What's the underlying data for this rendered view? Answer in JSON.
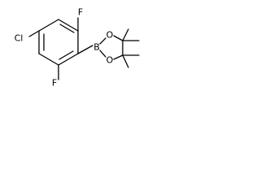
{
  "molecule": {
    "atoms": {
      "cl": "Cl",
      "f_top": "F",
      "f_bottom": "F",
      "b": "B",
      "o_top": "O",
      "o_bottom": "O"
    },
    "colors": {
      "bond": "#000000",
      "label": "#000000",
      "background": "#ffffff"
    }
  }
}
